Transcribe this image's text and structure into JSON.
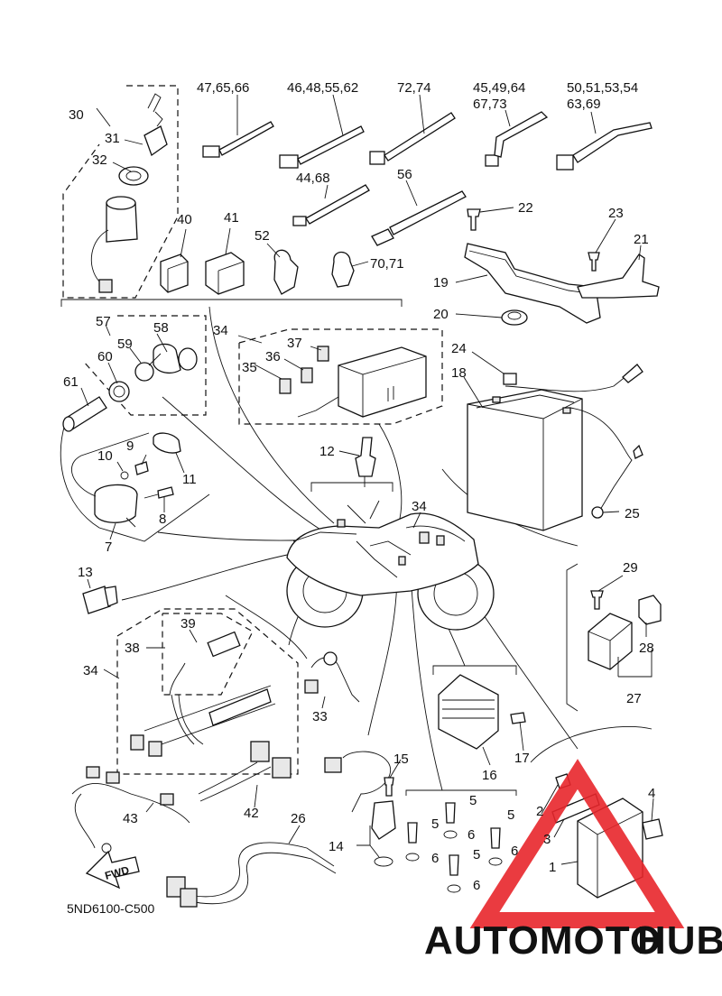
{
  "diagram": {
    "drawing_code": "5ND6100-C500",
    "direction_arrow": "FWD",
    "callouts": {
      "c1": "1",
      "c2": "2",
      "c3": "3",
      "c4": "4",
      "c5a": "5",
      "c5b": "5",
      "c5c": "5",
      "c5d": "5",
      "c6a": "6",
      "c6b": "6",
      "c6c": "6",
      "c6d": "6",
      "c7": "7",
      "c8": "8",
      "c9": "9",
      "c10": "10",
      "c11": "11",
      "c12": "12",
      "c13": "13",
      "c14": "14",
      "c15": "15",
      "c16": "16",
      "c17": "17",
      "c18": "18",
      "c19": "19",
      "c20": "20",
      "c21": "21",
      "c22": "22",
      "c23": "23",
      "c24": "24",
      "c25": "25",
      "c26": "26",
      "c27": "27",
      "c28": "28",
      "c29": "29",
      "c30": "30",
      "c31": "31",
      "c32": "32",
      "c33": "33",
      "c34a": "34",
      "c34b": "34",
      "c34c": "34",
      "c35": "35",
      "c36": "36",
      "c37": "37",
      "c38": "38",
      "c39": "39",
      "c40": "40",
      "c41": "41",
      "c42": "42",
      "c43": "43",
      "c44_68": "44,68",
      "c45_49_64": "45,49,64",
      "c67_73": "67,73",
      "c46_48_55_62": "46,48,55,62",
      "c47_65_66": "47,65,66",
      "c50_51_53_54": "50,51,53,54",
      "c63_69": "63,69",
      "c52": "52",
      "c56": "56",
      "c57": "57",
      "c58": "58",
      "c59": "59",
      "c60": "60",
      "c61": "61",
      "c70_71": "70,71",
      "c72_74": "72,74"
    }
  },
  "watermark": {
    "word_part1": "AUTOMOTO",
    "word_part2": "HUB",
    "colors": {
      "triangle": "#e8262b",
      "text_orange": "#f4b183",
      "text_gray": "#8c8c8c"
    }
  }
}
